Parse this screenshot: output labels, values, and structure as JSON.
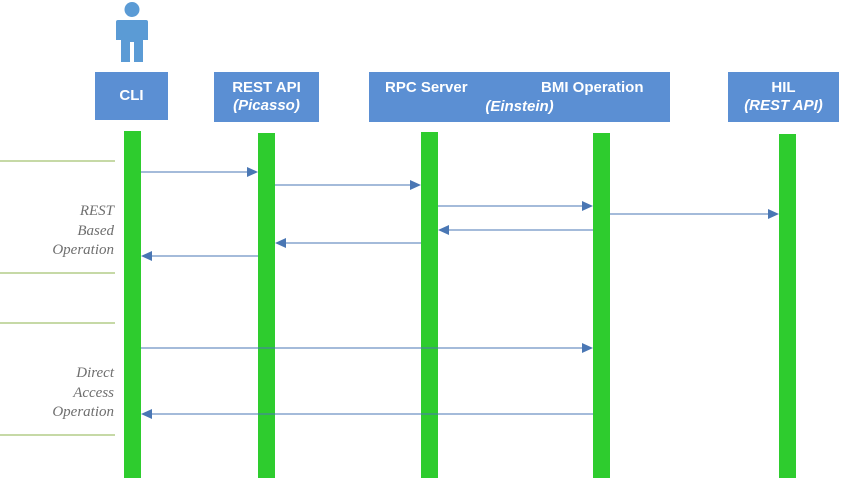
{
  "actor": {
    "icon": "person-icon",
    "color": "#5b9bd5"
  },
  "participants": [
    {
      "id": "cli",
      "name": "CLI",
      "subtitle": ""
    },
    {
      "id": "rest_api",
      "name": "REST API",
      "subtitle": "(Picasso)"
    },
    {
      "id": "rpc_server",
      "name": "RPC Server",
      "subtitle": ""
    },
    {
      "id": "bmi_operation",
      "name": "BMI Operation",
      "subtitle": ""
    },
    {
      "id": "hil",
      "name": "HIL",
      "subtitle": "(REST API)"
    }
  ],
  "group_box": {
    "members": [
      "rpc_server",
      "bmi_operation"
    ],
    "subtitle": "(Einstein)"
  },
  "sections": [
    {
      "id": "rest",
      "lines": [
        "REST",
        "Based",
        "Operation"
      ]
    },
    {
      "id": "direct",
      "lines": [
        "Direct",
        "Access",
        "Operation"
      ]
    }
  ],
  "messages": [
    {
      "section": "rest",
      "from": "cli",
      "to": "rest_api"
    },
    {
      "section": "rest",
      "from": "rest_api",
      "to": "rpc_server"
    },
    {
      "section": "rest",
      "from": "rpc_server",
      "to": "bmi_operation"
    },
    {
      "section": "rest",
      "from": "bmi_operation",
      "to": "hil"
    },
    {
      "section": "rest",
      "from": "bmi_operation",
      "to": "rpc_server"
    },
    {
      "section": "rest",
      "from": "rpc_server",
      "to": "rest_api"
    },
    {
      "section": "rest",
      "from": "rest_api",
      "to": "cli"
    },
    {
      "section": "direct",
      "from": "cli",
      "to": "bmi_operation"
    },
    {
      "section": "direct",
      "from": "bmi_operation",
      "to": "cli"
    }
  ],
  "colors": {
    "box": "#5b8fd3",
    "lifeline": "#2ecc2e",
    "arrow": "#4a77b4",
    "separator": "#c6d9a6",
    "section_text": "#6f6f6f"
  }
}
